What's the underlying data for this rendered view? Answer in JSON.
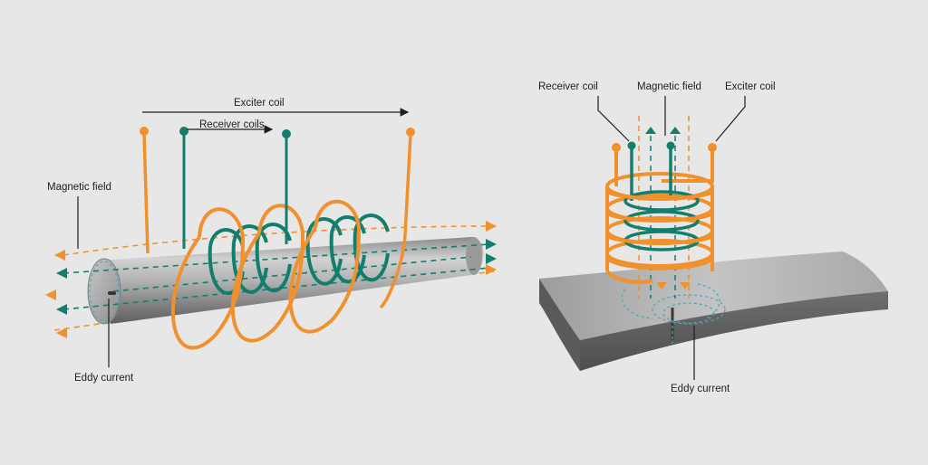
{
  "colors": {
    "background": "#e7e7e7",
    "exciter_coil": "#f0912e",
    "receiver_coil": "#137e6e",
    "metal_light": "#bdbdbd",
    "metal_dark": "#6f6f6f",
    "annotation_line": "#1e1e1e"
  },
  "left_diagram": {
    "labels": {
      "exciter_coil": "Exciter coil",
      "receiver_coils": "Receiver coils",
      "magnetic_field": "Magnetic field",
      "eddy_current": "Eddy current"
    }
  },
  "right_diagram": {
    "labels": {
      "receiver_coil": "Receiver coil",
      "magnetic_field": "Magnetic field",
      "exciter_coil": "Exciter coil",
      "eddy_current": "Eddy current"
    }
  }
}
